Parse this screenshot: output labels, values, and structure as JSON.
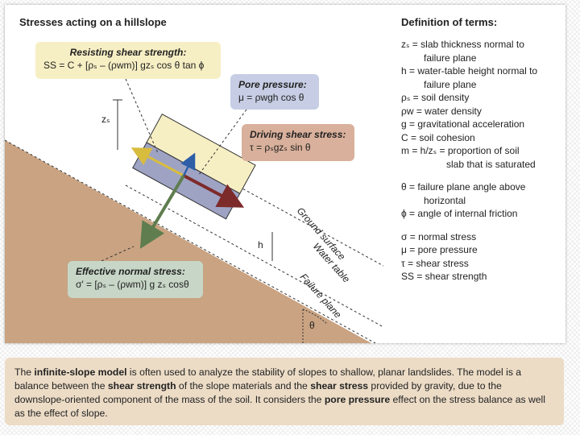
{
  "diagram": {
    "title": "Stresses acting on a hillslope",
    "labels": {
      "zs": "zₛ",
      "h": "h",
      "theta": "θ",
      "ground_surface": "Ground surface",
      "water_table": "Water table",
      "failure_plane": "Failure plane"
    },
    "callouts": {
      "resisting": {
        "title": "Resisting shear strength:",
        "formula": "SS = C + [ρₛ – (ρwm)] gzₛ cos θ tan ϕ"
      },
      "pore": {
        "title": "Pore pressure:",
        "formula": "μ = ρwgh cos θ"
      },
      "driving": {
        "title": "Driving shear stress:",
        "formula": "τ = ρₛgzₛ sin θ"
      },
      "normal": {
        "title": "Effective normal stress:",
        "formula": "σ′ = [ρₛ – (ρwm)] g zₛ cosθ"
      }
    },
    "colors": {
      "soil": "#c9a382",
      "slab_dry": "#f7efc4",
      "slab_saturated": "#9ea3c4",
      "arrow_driving": "#7d2a2a",
      "arrow_normal": "#5f7d4f",
      "arrow_pore": "#2e5ea8",
      "arrow_resist": "#e6d06a"
    }
  },
  "definitions": {
    "title": "Definition of terms:",
    "groups": [
      [
        {
          "text": "zₛ =  slab thickness normal to",
          "indent": 0
        },
        {
          "text": "failure plane",
          "indent": 1
        },
        {
          "text": "h = water-table height normal to",
          "indent": 0
        },
        {
          "text": "failure plane",
          "indent": 1
        },
        {
          "text": "ρₛ = soil density",
          "indent": 0
        },
        {
          "text": "ρw = water density",
          "indent": 0
        },
        {
          "text": "g = gravitational acceleration",
          "indent": 0
        },
        {
          "text": "C = soil cohesion",
          "indent": 0
        },
        {
          "text": "m = h/zₛ = proportion of soil",
          "indent": 0
        },
        {
          "text": "slab that is saturated",
          "indent": 2
        }
      ],
      [
        {
          "text": "θ = failure plane angle above",
          "indent": 0
        },
        {
          "text": "horizontal",
          "indent": 1
        },
        {
          "text": "ϕ = angle of internal friction",
          "indent": 0
        }
      ],
      [
        {
          "text": "σ = normal stress",
          "indent": 0
        },
        {
          "text": "μ = pore pressure",
          "indent": 0
        },
        {
          "text": "τ = shear stress",
          "indent": 0
        },
        {
          "text": "SS = shear strength",
          "indent": 0
        }
      ]
    ]
  },
  "summary": {
    "t1": "The ",
    "b1": "infinite-slope model",
    "t2": " is often used to analyze the stability of slopes to shallow, planar landslides. The model is a balance between the ",
    "b2": "shear strength",
    "t3": " of the slope materials and the ",
    "b3": "shear stress",
    "t4": " provided by gravity, due to the downslope-oriented component of the mass of the soil. It considers the ",
    "b4": "pore pressure",
    "t5": " effect on the stress balance as well as the effect of slope."
  }
}
